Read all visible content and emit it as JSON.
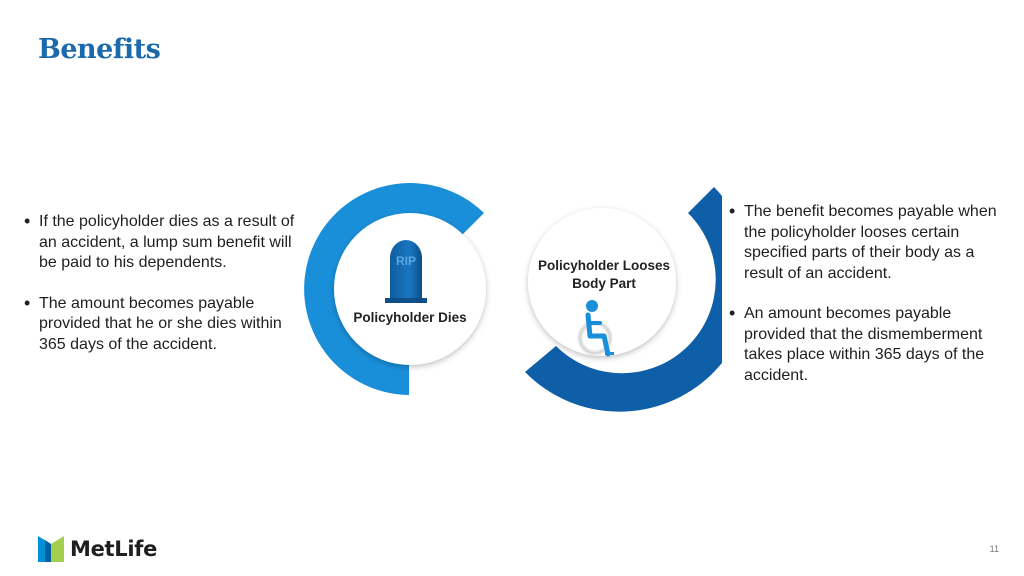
{
  "slide": {
    "title": "Benefits",
    "page_number": "11"
  },
  "left_bullets": [
    "If the policyholder dies as a result of an accident, a lump sum benefit will be paid to his dependents.",
    "The amount becomes payable provided that he or she dies within 365 days of the accident."
  ],
  "right_bullets": [
    "The benefit becomes payable when the policyholder looses certain specified parts of their body as a result of an accident.",
    "An amount becomes payable provided that the dismemberment takes place within 365 days of the accident."
  ],
  "diagram": {
    "left_circle_label": "Policyholder Dies",
    "right_circle_label": "Policyholder Looses Body Part",
    "tombstone_text": "RIP",
    "left_icon": "tombstone-icon",
    "right_icon": "wheelchair-icon",
    "colors": {
      "left_ring": "#1a8fd9",
      "right_ring": "#0e5ea8",
      "text_blue": "#1a6aad"
    }
  },
  "footer": {
    "logo_text": "MetLife",
    "logo_icon": "metlife-m-icon"
  }
}
